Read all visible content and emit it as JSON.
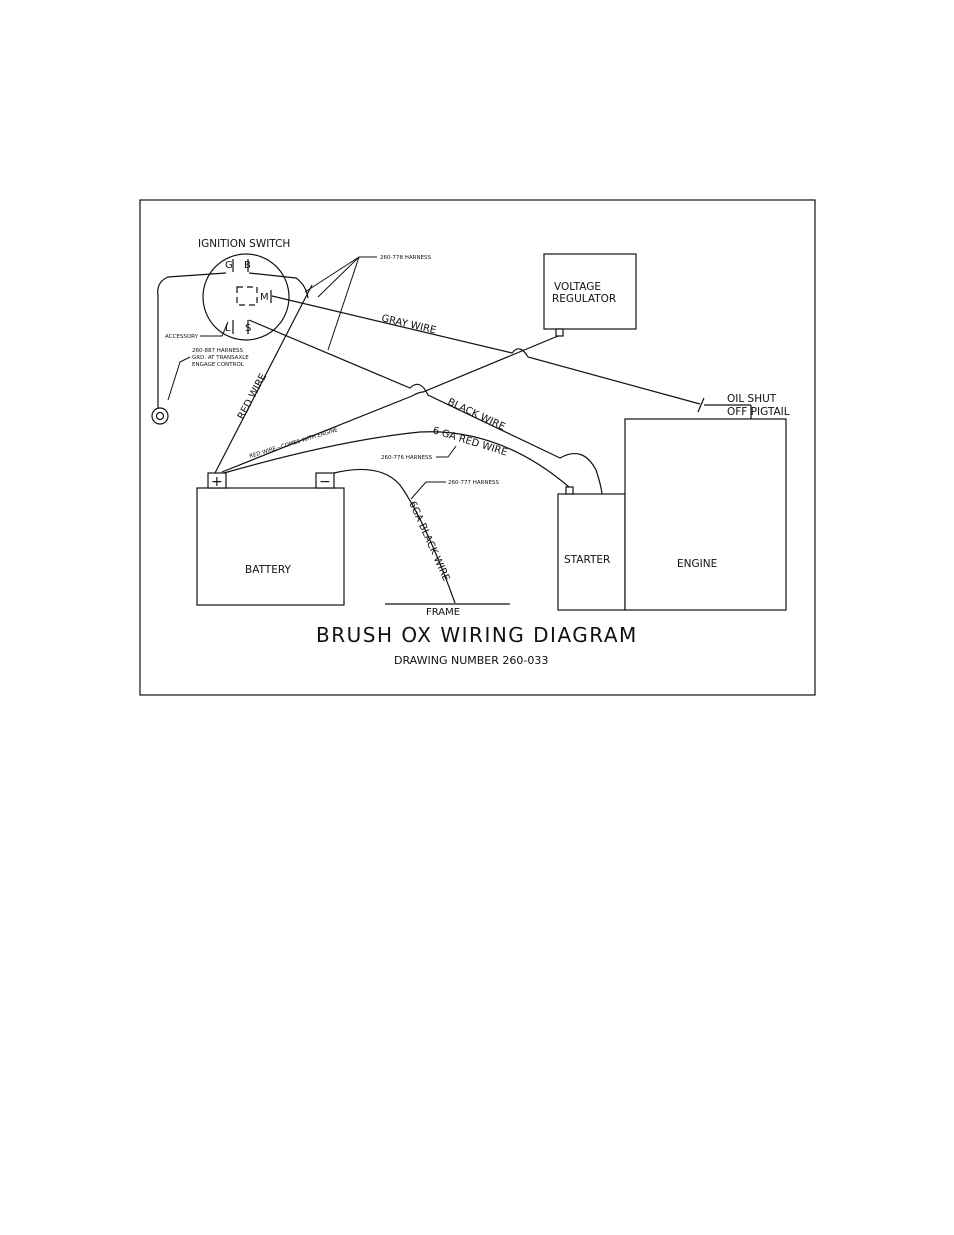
{
  "title": "BRUSH OX WIRING DIAGRAM",
  "drawing_number": "DRAWING NUMBER 260-033",
  "components": {
    "ignition_switch": {
      "label": "IGNITION SWITCH",
      "terminals": {
        "g": "G",
        "b": "B",
        "m": "M",
        "l": "L",
        "s": "S"
      },
      "accessory_label": "ACCESSORY"
    },
    "voltage_regulator": {
      "line1": "VOLTAGE",
      "line2": "REGULATOR"
    },
    "battery": {
      "label": "BATTERY",
      "positive": "+",
      "negative": "−"
    },
    "starter": {
      "label": "STARTER"
    },
    "engine": {
      "label": "ENGINE"
    },
    "frame": {
      "label": "FRAME"
    },
    "oil_shut_off": {
      "line1": "OIL  SHUT",
      "line2": "OFF  PIGTAIL"
    }
  },
  "wires": {
    "gray": "GRAY WIRE",
    "black": "BLACK WIRE",
    "red": "RED WIRE",
    "red_engine": "RED WIRE—COMES WITH ENGINE",
    "ga6_red": "6 GA RED WIRE",
    "ga6_black": "6GA BLACK WIRE"
  },
  "harness_callouts": {
    "h778": "260-778 HARNESS",
    "h776": "260-776 HARNESS",
    "h777": "260-777 HARNESS",
    "h887_line1": "260-887 HARNESS",
    "h887_line2": "GRD. AT TRANSAXLE",
    "h887_line3": "ENGAGE CONTROL"
  }
}
